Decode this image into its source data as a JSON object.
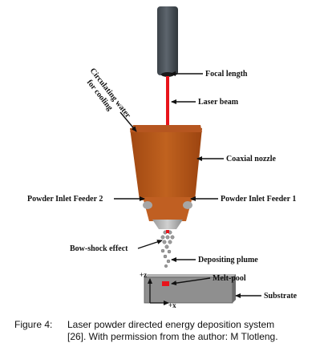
{
  "labels": {
    "focal_length": "Focal length",
    "laser_beam": "Laser beam",
    "circulating_water_1": "Circulating water",
    "circulating_water_2": "for cooling",
    "coaxial_nozzle": "Coaxial nozzle",
    "powder_inlet_2": "Powder Inlet Feeder 2",
    "powder_inlet_1": "Powder Inlet Feeder 1",
    "bow_shock": "Bow-shock effect",
    "depositing_plume": "Depositing plume",
    "melt_pool": "Melt-pool",
    "substrate": "Substrate"
  },
  "axes": {
    "z": "+z",
    "x": "+x"
  },
  "caption": {
    "number": "Figure 4:",
    "line1": "Laser powder directed energy deposition system",
    "line2": "[26]. With permission from the author: M Tlotleng."
  },
  "colors": {
    "nozzle": "#b5541a",
    "laser": "#e8141b",
    "focusing_tube": "#4a5158",
    "substrate": "#8f8f8f"
  }
}
